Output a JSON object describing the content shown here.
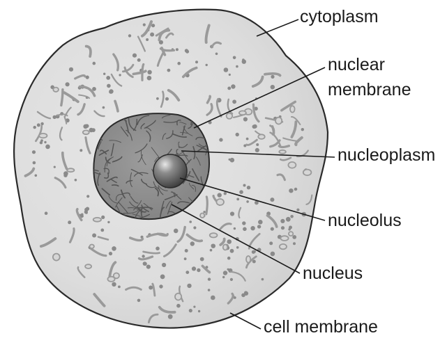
{
  "labels": {
    "cytoplasm": "cytoplasm",
    "nuclear_membrane_line1": "nuclear",
    "nuclear_membrane_line2": "membrane",
    "nucleoplasm": "nucleoplasm",
    "nucleolus": "nucleolus",
    "nucleus": "nucleus",
    "cell_membrane": "cell membrane"
  },
  "colors": {
    "cytoplasm_fill": "#e2e2e2",
    "cytoplasm_shade": "#cfcfcf",
    "nucleus_fill": "#8f8f8f",
    "chromatin": "#555555",
    "nucleolus_fill": "#6b6b6b",
    "organelle": "#9a9a9a",
    "outline": "#2a2a2a"
  }
}
